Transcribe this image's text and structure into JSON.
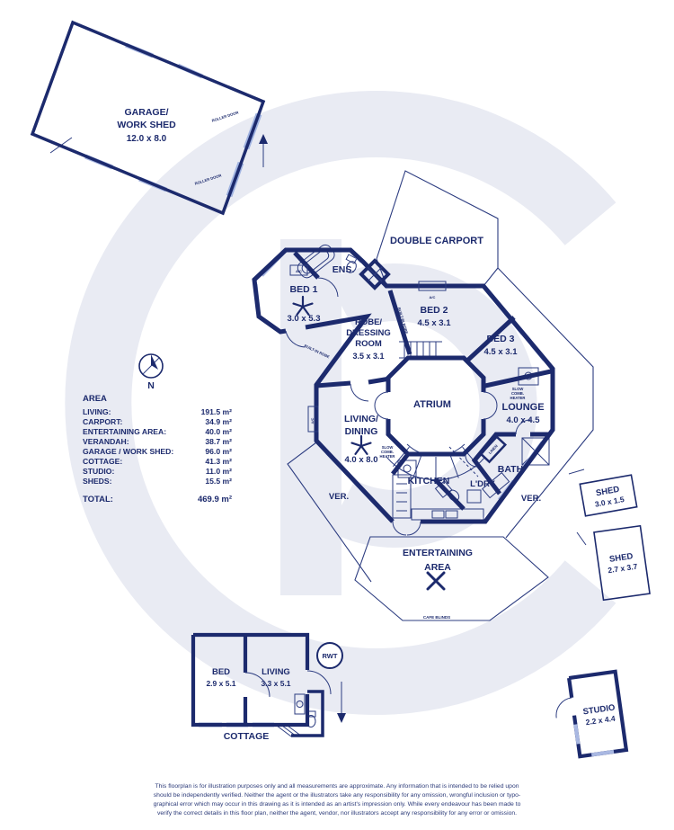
{
  "garage": {
    "line1": "GARAGE/",
    "line2": "WORK SHED",
    "size": "12.0 x 8.0",
    "roller_door_1": "ROLLER DOOR",
    "roller_door_2": "ROLLER DOOR"
  },
  "carport": {
    "label": "DOUBLE CARPORT"
  },
  "rooms": {
    "bed1": {
      "label": "BED 1",
      "size": "3.0 x 5.3"
    },
    "ens": {
      "label": "ENS."
    },
    "bed2": {
      "label": "BED 2",
      "size": "4.5 x 3.1"
    },
    "bed3": {
      "label": "BED 3",
      "size": "4.5 x 3.1"
    },
    "robe": {
      "line1": "ROBE/",
      "line2": "DRESSING",
      "line3": "ROOM",
      "size": "3.5 x 3.1"
    },
    "atrium": {
      "label": "ATRIUM"
    },
    "lounge": {
      "label": "LOUNGE",
      "size": "4.0 x 4.5"
    },
    "living": {
      "line1": "LIVING/",
      "line2": "DINING",
      "size": "4.0 x 8.0"
    },
    "kitchen": {
      "label": "KITCHEN"
    },
    "laundry": {
      "label": "L'DRY"
    },
    "bath": {
      "label": "BATH"
    },
    "ver_left": {
      "label": "VER."
    },
    "ver_right": {
      "label": "VER."
    },
    "entertaining": {
      "line1": "ENTERTAINING",
      "line2": "AREA",
      "note": "CAFE BLINDS"
    }
  },
  "annotations": {
    "ac": "A/C",
    "built_in_robe": "BUILT-IN ROBE",
    "linen": "LINEN",
    "heater": {
      "line1": "SLOW",
      "line2": "COMB.",
      "line3": "HEATER"
    }
  },
  "area_table": {
    "header": "AREA",
    "rows": [
      {
        "label": "LIVING:",
        "value": "191.5 m²"
      },
      {
        "label": "CARPORT:",
        "value": "34.9 m²"
      },
      {
        "label": "ENTERTAINING AREA:",
        "value": "40.0 m²"
      },
      {
        "label": "VERANDAH:",
        "value": "38.7 m²"
      },
      {
        "label": "GARAGE / WORK SHED:",
        "value": "96.0 m²"
      },
      {
        "label": "COTTAGE:",
        "value": "41.3 m²"
      },
      {
        "label": "STUDIO:",
        "value": "11.0 m²"
      },
      {
        "label": "SHEDS:",
        "value": "15.5 m²"
      }
    ],
    "total_label": "TOTAL:",
    "total_value": "469.9 m²"
  },
  "cottage": {
    "bed_label": "BED",
    "bed_size": "2.9 x 5.1",
    "living_label": "LIVING",
    "living_size": "3.3 x 5.1",
    "name": "COTTAGE",
    "rwt": "RWT"
  },
  "outbuildings": {
    "shed1": {
      "label": "SHED",
      "size": "3.0 x 1.5"
    },
    "shed2": {
      "label": "SHED",
      "size": "2.7 x 3.7"
    },
    "studio": {
      "label": "STUDIO",
      "size": "2.2 x 4.4"
    }
  },
  "compass": {
    "label": "N"
  },
  "disclaimer": {
    "line1": "This floorplan is for illustration purposes only and all measurements are approximate. Any information that is intended to be relied upon",
    "line2": "should be independently verified. Neither the agent or the illustrators take any responsibility for any omission, wrongful inclusion or typo-",
    "line3": "graphical error which may occur in this drawing as it is intended as an artist's impression only. While every endeavour has been made to",
    "line4": "verify the correct details in this floor plan, neither the agent, vendor, nor illustrators accept any responsibility for any error or omission."
  },
  "colors": {
    "wall": "#1c2a6d",
    "thin": "#2c3c80",
    "window": "#a9b8e2",
    "watermark": "#e9ebf3",
    "text": "#1c2a6d"
  }
}
